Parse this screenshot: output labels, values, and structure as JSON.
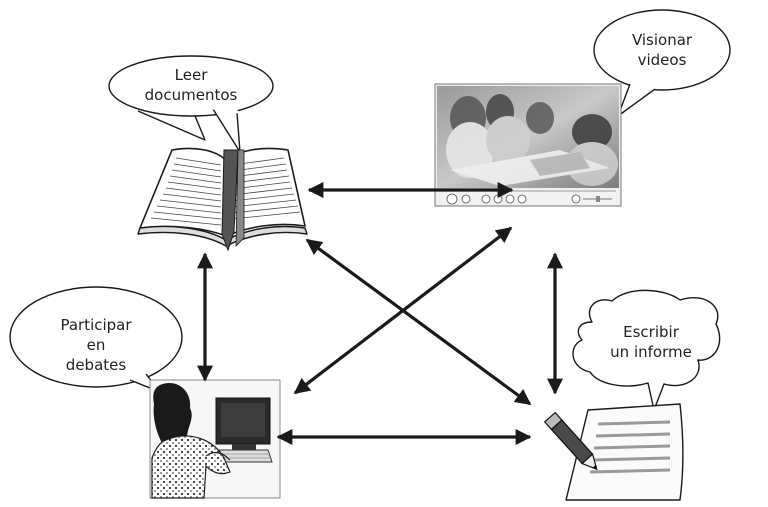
{
  "bubbles": {
    "leer": {
      "line1": "Leer",
      "line2": "documentos"
    },
    "visionar": {
      "line1": "Visionar",
      "line2": "videos"
    },
    "participar": {
      "line1": "Participar",
      "line2": "en",
      "line3": "debates"
    },
    "escribir": {
      "line1": "Escribir",
      "line2": "un informe"
    }
  },
  "icons": {
    "book": "open-book-icon",
    "video": "video-player-icon",
    "computer": "person-at-computer-icon",
    "document": "pen-and-paper-icon"
  },
  "colors": {
    "stroke": "#1a1a1a",
    "arrow": "#1a1a1a",
    "bubble_fill": "#ffffff"
  }
}
